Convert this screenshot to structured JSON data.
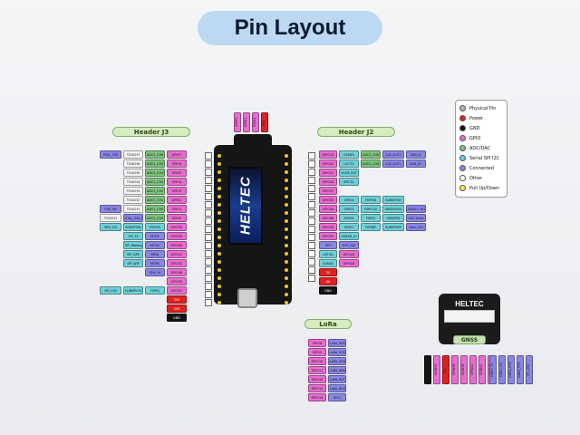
{
  "title": "Pin Layout",
  "colors": {
    "title_pill": "#bcd8f2",
    "gpio": "#e86cd0",
    "adc": "#7dc47d",
    "spi_i2c": "#6fd0d8",
    "connected": "#8a86e6",
    "power": "#e02020",
    "gnd": "#141414",
    "physical": "#b5b5b5",
    "pull": "#ffe74a"
  },
  "headers": {
    "j3": "Header J3",
    "j2": "Header J2",
    "lora": "LoRa",
    "gnss": "GNSS"
  },
  "board": {
    "brand": "HELTEC"
  },
  "legend": [
    {
      "label": "Physical Pin",
      "kind": "phys"
    },
    {
      "label": "Power",
      "kind": "power"
    },
    {
      "label": "GND",
      "kind": "gnd"
    },
    {
      "label": "GPIO",
      "kind": "gpio"
    },
    {
      "label": "ADC/DAC",
      "kind": "adc"
    },
    {
      "label": "Serial SPI I2C",
      "kind": "spi"
    },
    {
      "label": "Connected",
      "kind": "conn"
    },
    {
      "label": "Other",
      "kind": "other"
    },
    {
      "label": "Pull Up/Down",
      "kind": "pull"
    }
  ],
  "top_pins": [
    {
      "label": "GPIO0",
      "kind": "gpio"
    },
    {
      "label": "GPIO1",
      "kind": "gpio"
    },
    {
      "label": "GPIO2",
      "kind": "gpio"
    },
    {
      "label": "VCC",
      "kind": "power"
    }
  ],
  "j3_rows": [
    [
      "XTAL_32K",
      "TOUCH7",
      "ADC1_CH6",
      "GPIO7"
    ],
    [
      "",
      "TOUCH6",
      "ADC1_CH5",
      "GPIO6"
    ],
    [
      "",
      "TOUCH5",
      "ADC1_CH4",
      "GPIO5"
    ],
    [
      "",
      "TOUCH4",
      "ADC1_CH3",
      "GPIO4"
    ],
    [
      "",
      "TOUCH3",
      "ADC1_CH2",
      "GPIO3"
    ],
    [
      "",
      "TOUCH2",
      "ADC1_CH1",
      "GPIO2"
    ],
    [
      "FSM_SN",
      "TOUCH1",
      "ADC1_CH0",
      "GPIO1"
    ],
    [
      "TOUCH1",
      "XTAL_32K_N",
      "ADC1_CH9",
      "GPIO0"
    ],
    [
      "SPI3_D4",
      "SUBSPIHD",
      "FSPIHD",
      "GPIO35"
    ],
    [
      "",
      "SPI_T4",
      "MTCK",
      "GPIO39"
    ],
    [
      "",
      "SPI_Wakeup",
      "MTDO",
      "GPIO40"
    ],
    [
      "",
      "SPI_DPE",
      "MTDI",
      "GPIO41"
    ],
    [
      "",
      "SPI_WIP",
      "MTMS",
      "GPIO42"
    ],
    [
      "",
      "",
      "FEM_PA",
      "GPIO46"
    ],
    [
      "",
      "",
      "",
      "GPIO45"
    ],
    [
      "SPI_CS0",
      "SUBSPICS1",
      "FSPIQ",
      "GPIO37"
    ],
    [
      "",
      "",
      "",
      "3V3"
    ],
    [
      "",
      "",
      "",
      "3V3"
    ],
    [
      "",
      "",
      "",
      "GND"
    ]
  ],
  "j2_rows": [
    [
      "GPIO19",
      "U1RXD",
      "ADC2_CH8",
      "CLK_OUT2",
      "USB_D-"
    ],
    [
      "GPIO20",
      "U1CTS",
      "ADC2_CH9",
      "CLK_OUT1",
      "USB_D+"
    ],
    [
      "GPIO21",
      "OLED_RST",
      "",
      "",
      ""
    ],
    [
      "GPIO26",
      "SPICS1",
      "",
      "",
      ""
    ],
    [
      "GPIO47",
      "",
      "",
      "",
      ""
    ],
    [
      "GPIO33",
      "SPIIO4",
      "FSPIHD",
      "SUBSPIHD",
      ""
    ],
    [
      "GPIO34",
      "SPIIO5",
      "FSPICS0",
      "SUBSPICS0",
      "RADIO_Ctrl"
    ],
    [
      "GPIO48",
      "SPIIO6",
      "FSPID",
      "SUBSPID",
      "LED_Write"
    ],
    [
      "GPIO38",
      "SPIIO7",
      "FSPIWP",
      "SUBSPIWP",
      "Vext_Ctrl"
    ],
    [
      "GPIO39",
      "U0RXD_IO",
      "",
      "",
      ""
    ],
    [
      "RST",
      "RST_SW",
      "",
      "",
      ""
    ],
    [
      "U0TXD",
      "GPIO43",
      "",
      "",
      ""
    ],
    [
      "U0RXD",
      "GPIO44",
      "",
      "",
      ""
    ],
    [
      "5V",
      "",
      "",
      "",
      ""
    ],
    [
      "5V",
      "",
      "",
      "",
      ""
    ],
    [
      "GND",
      "",
      "",
      "",
      ""
    ]
  ],
  "lora_rows": [
    [
      "GPIO8",
      "LoRa_NSS"
    ],
    [
      "GPIO9",
      "LoRa_SCK"
    ],
    [
      "GPIO10",
      "LoRa_MOSI"
    ],
    [
      "GPIO11",
      "LoRa_MISO"
    ],
    [
      "GPIO12",
      "LoRa_RST"
    ],
    [
      "GPIO13",
      "LoRa_BUSY"
    ],
    [
      "GPIO14",
      "DIO1"
    ]
  ],
  "gnss_pins": [
    {
      "label": "GND",
      "kind": "gnd"
    },
    {
      "label": "GPIO37",
      "kind": "gpio"
    },
    {
      "label": "VCC",
      "kind": "power"
    },
    {
      "label": "GPIO38",
      "kind": "gpio"
    },
    {
      "label": "GPIO39",
      "kind": "gpio"
    },
    {
      "label": "GPIO40",
      "kind": "gpio"
    },
    {
      "label": "GPIO41",
      "kind": "gpio"
    },
    {
      "label": "GPIO42",
      "kind": "gpio"
    }
  ],
  "gnss_sub": [
    {
      "label": "GNSS_TX",
      "kind": "conn"
    },
    {
      "label": "GNSS_RX",
      "kind": "conn"
    },
    {
      "label": "GNSS_RST",
      "kind": "conn"
    },
    {
      "label": "GNSS_PPS",
      "kind": "conn"
    },
    {
      "label": "SPI_CS0",
      "kind": "conn"
    }
  ]
}
